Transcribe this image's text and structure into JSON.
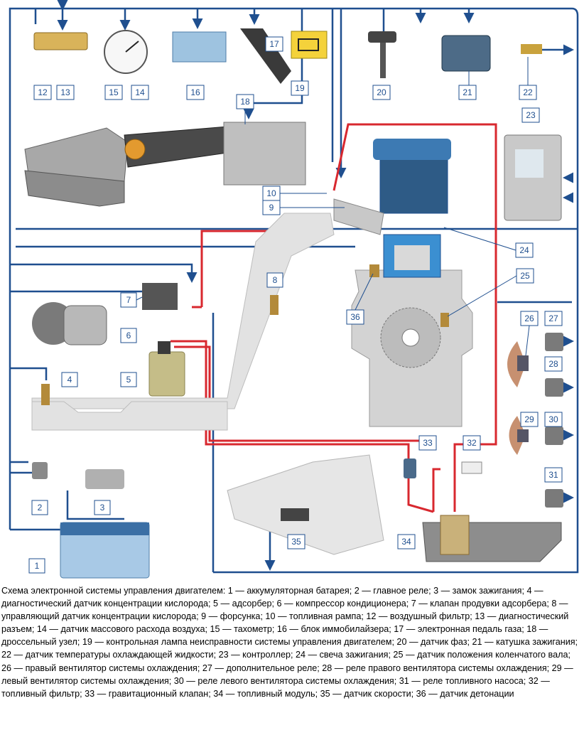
{
  "labels": {
    "l1": "1",
    "l2": "2",
    "l3": "3",
    "l4": "4",
    "l5": "5",
    "l6": "6",
    "l7": "7",
    "l8": "8",
    "l9": "9",
    "l10": "10",
    "l12": "12",
    "l13": "13",
    "l14": "14",
    "l15": "15",
    "l16": "16",
    "l17": "17",
    "l18": "18",
    "l19": "19",
    "l20": "20",
    "l21": "21",
    "l22": "22",
    "l23": "23",
    "l24": "24",
    "l25": "25",
    "l26": "26",
    "l27": "27",
    "l28": "28",
    "l29": "29",
    "l30": "30",
    "l31": "31",
    "l32": "32",
    "l33": "33",
    "l34": "34",
    "l35": "35",
    "l36": "36"
  },
  "caption": "Схема электронной системы управления двигателем: 1 — аккумуляторная батарея; 2 — главное реле; 3 — замок зажигания; 4 — диагностический датчик концентрации кислорода; 5 — адсорбер; 6 — компрессор кондиционера; 7 — клапан продувки адсорбера; 8 — управляющий датчик концентрации кислорода; 9 — форсунка; 10 — топливная рампа; 12 — воздушный фильтр; 13 — диагностический разъем; 14 — датчик массового расхода воздуха; 15 — тахометр; 16 — блок иммобилайзера; 17 — электронная педаль газа; 18 — дроссельный узел; 19 — контрольная лампа неисправности системы управления двигателем; 20 — датчик фаз; 21 — катушка зажигания; 22 — датчик температуры охлаждающей жидкости; 23 — контроллер; 24 — свеча зажигания; 25 — датчик положения коленчатого вала; 26 — правый вентилятор системы охлаждения; 27 — дополнительное реле; 28 — реле правого вентилятора системы охлаждения; 29 — левый вентилятор системы охлаждения; 30 — реле левого вентилятора системы охлаждения; 31 — реле топливного насоса; 32 — топливный фильтр; 33 — гравитационный клапан; 34 — топливный модуль; 35 — датчик скорости; 36 — датчик детонации",
  "colors": {
    "wire": "#1f4f8f",
    "fuel": "#d8282f",
    "label_text": "#1f4f8f"
  }
}
